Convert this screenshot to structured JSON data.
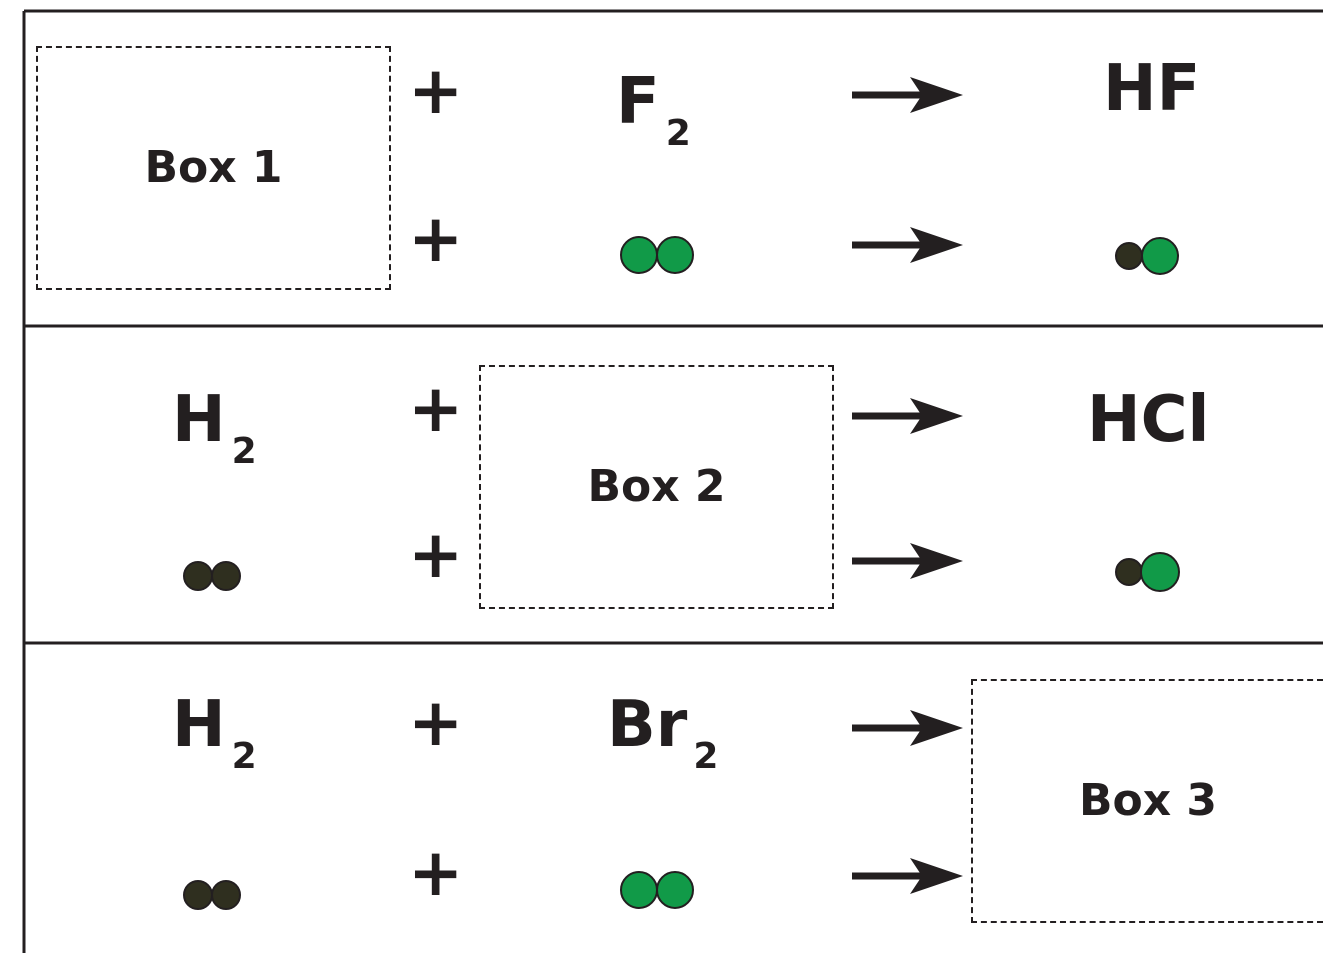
{
  "colors": {
    "line": "#231f20",
    "hydrogen": "#2f2f1f",
    "halogen": "#119a48"
  },
  "rows": [
    {
      "reactant1": {
        "box": "Box 1"
      },
      "plus": "+",
      "reactant2": {
        "symbol": "F",
        "subscript": "2",
        "model": "halogen-diatomic"
      },
      "product": {
        "formula": "HF",
        "model": "hydrogen-halide"
      }
    },
    {
      "reactant1": {
        "symbol": "H",
        "subscript": "2",
        "model": "hydrogen-diatomic"
      },
      "plus": "+",
      "reactant2": {
        "box": "Box 2"
      },
      "product": {
        "formula": "HCl",
        "model": "hydrogen-halide"
      }
    },
    {
      "reactant1": {
        "symbol": "H",
        "subscript": "2",
        "model": "hydrogen-diatomic"
      },
      "plus": "+",
      "reactant2": {
        "symbol": "Br",
        "subscript": "2",
        "model": "halogen-diatomic"
      },
      "product": {
        "box": "Box 3"
      }
    }
  ]
}
